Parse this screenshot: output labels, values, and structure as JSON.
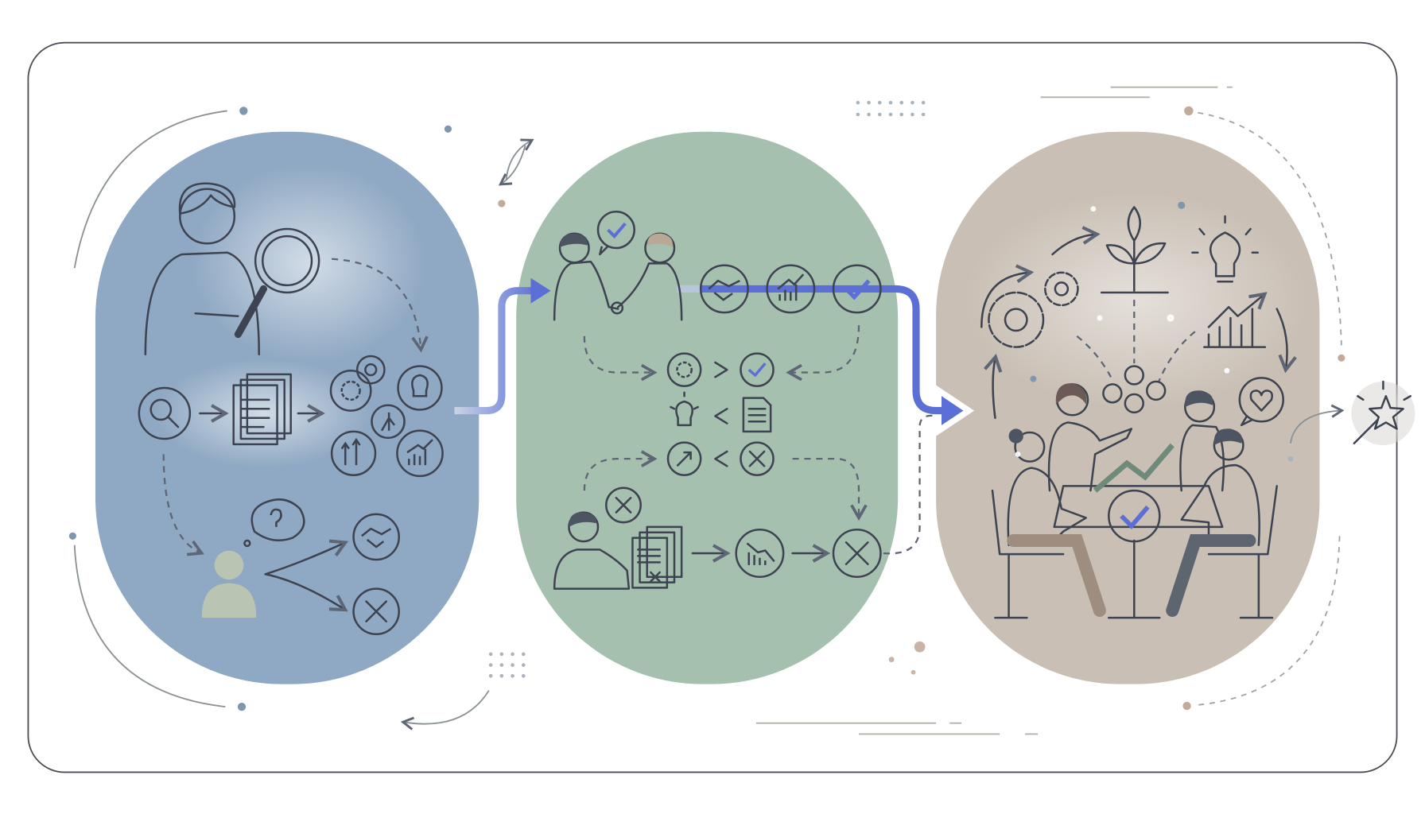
{
  "diagram": {
    "stages": [
      {
        "id": "research",
        "icons": [
          "person-with-magnifier-icon",
          "search-icon",
          "documents-icon",
          "gear-icon",
          "lightbulb-icon",
          "growth-arrow-icon",
          "chart-icon",
          "question-bubble-icon",
          "handshake-icon",
          "x-icon"
        ]
      },
      {
        "id": "evaluate",
        "icons": [
          "handshake-people-icon",
          "check-bubble-icon",
          "handshake-icon",
          "chart-icon",
          "check-icon",
          "gear-icon",
          "lightbulb-icon",
          "document-icon",
          "arrow-icon",
          "x-icon",
          "rejected-documents-icon",
          "chart-down-icon"
        ]
      },
      {
        "id": "outcome",
        "icons": [
          "gears-icon",
          "plant-icon",
          "lightbulb-icon",
          "chart-up-icon",
          "heart-bubble-icon",
          "team-meeting-icon",
          "check-icon"
        ]
      }
    ],
    "final_icon": "star-wand-icon"
  },
  "colors": {
    "panel_blue": "#8fa8c3",
    "panel_green": "#a6c0b0",
    "panel_tan": "#c9bfb4",
    "flow_arrow": "#5b6fd6",
    "outline": "#3d4350",
    "frame": "#4a4f57"
  }
}
